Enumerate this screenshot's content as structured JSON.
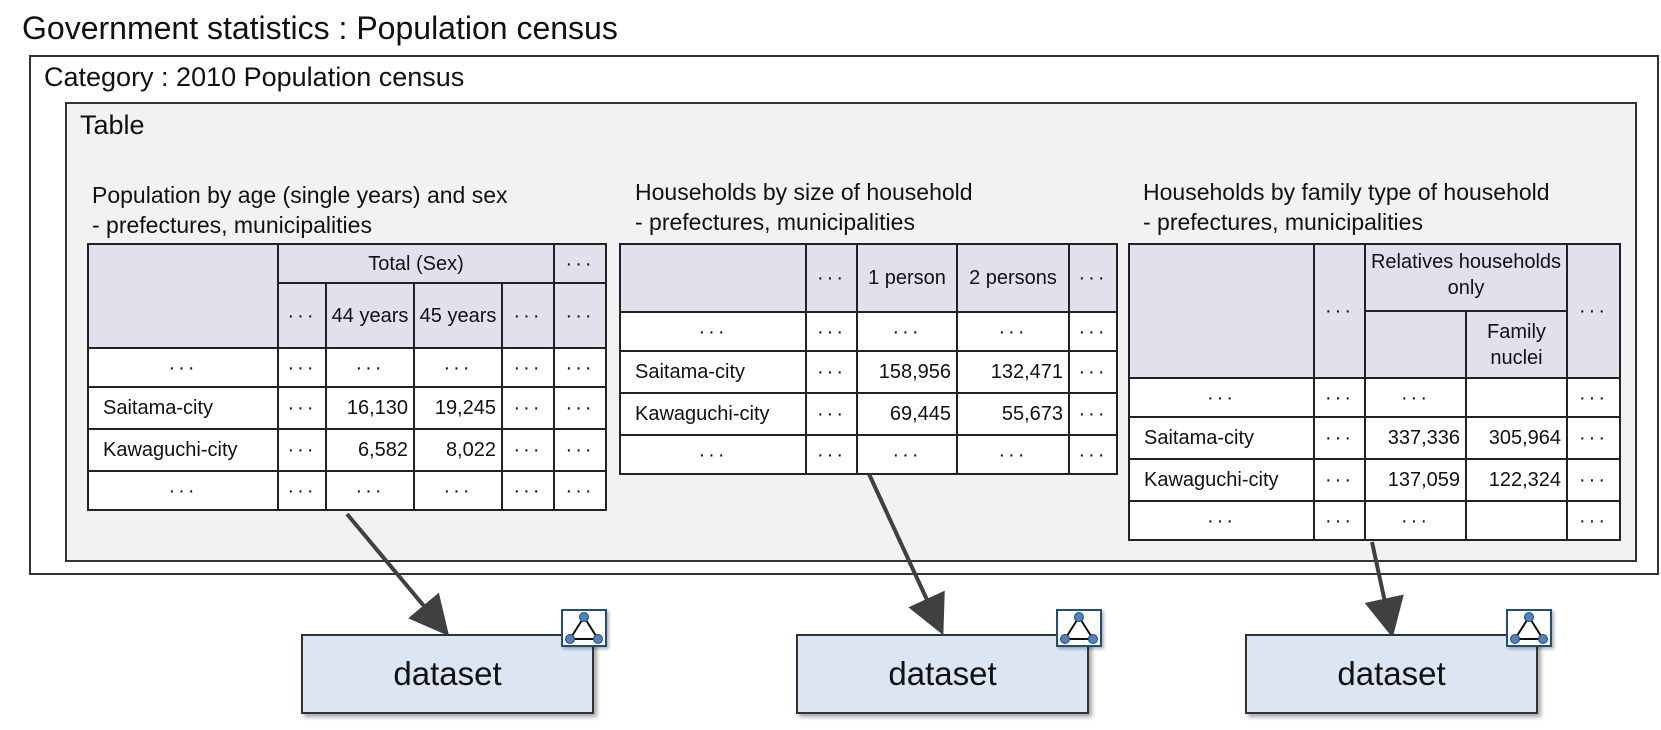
{
  "header": {
    "title": "Government statistics : Population census",
    "category": "Category : 2010 Population census",
    "table_label": "Table"
  },
  "table1": {
    "title_line1": "Population by age (single years) and sex",
    "title_line2": "- prefectures, municipalities",
    "group_header": "Total (Sex)",
    "col_44": "44 years",
    "col_45": "45 years",
    "rows": [
      {
        "label": "···",
        "c1": "···",
        "c2": "···",
        "c3": "···",
        "c4": "···",
        "c5": "···"
      },
      {
        "label": "Saitama-city",
        "c1": "···",
        "c2": "16,130",
        "c3": "19,245",
        "c4": "···",
        "c5": "···"
      },
      {
        "label": "Kawaguchi-city",
        "c1": "···",
        "c2": "6,582",
        "c3": "8,022",
        "c4": "···",
        "c5": "···"
      },
      {
        "label": "···",
        "c1": "···",
        "c2": "···",
        "c3": "···",
        "c4": "···",
        "c5": "···"
      }
    ]
  },
  "table2": {
    "title_line1": "Households by size of household",
    "title_line2": "- prefectures, municipalities",
    "col_1person": "1 person",
    "col_2persons": "2 persons",
    "rows": [
      {
        "label": "···",
        "c1": "···",
        "c2": "···",
        "c3": "···",
        "c4": "···"
      },
      {
        "label": "Saitama-city",
        "c1": "···",
        "c2": "158,956",
        "c3": "132,471",
        "c4": "···"
      },
      {
        "label": "Kawaguchi-city",
        "c1": "···",
        "c2": "69,445",
        "c3": "55,673",
        "c4": "···"
      },
      {
        "label": "···",
        "c1": "···",
        "c2": "···",
        "c3": "···",
        "c4": "···"
      }
    ]
  },
  "table3": {
    "title_line1": "Households by family type of household",
    "title_line2": "- prefectures, municipalities",
    "group_header": "Relatives households only",
    "col_family": "Family nuclei",
    "rows": [
      {
        "label": "···",
        "c1": "···",
        "c2": "···",
        "c3": "",
        "c4": "···"
      },
      {
        "label": "Saitama-city",
        "c1": "···",
        "c2": "337,336",
        "c3": "305,964",
        "c4": "···"
      },
      {
        "label": "Kawaguchi-city",
        "c1": "···",
        "c2": "137,059",
        "c3": "122,324",
        "c4": "···"
      },
      {
        "label": "···",
        "c1": "···",
        "c2": "···",
        "c3": "",
        "c4": "···"
      }
    ]
  },
  "header_dots": "···",
  "datasets": [
    {
      "label": "dataset"
    },
    {
      "label": "dataset"
    },
    {
      "label": "dataset"
    }
  ],
  "icons": {
    "dataset": "triangle-graph-icon"
  },
  "colors": {
    "header_fill": "#e4dfec",
    "panel_fill": "#f2f2f2",
    "dataset_fill": "#dce6f2",
    "icon_stroke": "#1f4e79",
    "icon_node": "#4f81bd"
  }
}
